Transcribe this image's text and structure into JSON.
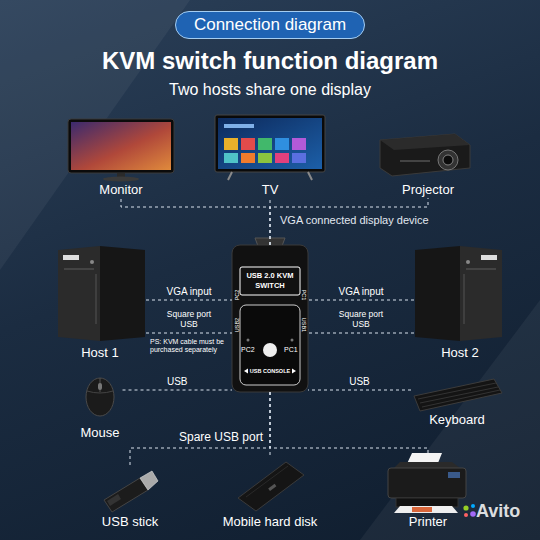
{
  "diagram": {
    "title": "KVM switch function diagram",
    "nodes": [
      {
        "text": [
          "Connection diagram"
        ]
      },
      {
        "text": [
          "Monitor"
        ]
      },
      {
        "text": [
          "TV"
        ]
      },
      {
        "text": [
          "Projector"
        ]
      },
      {
        "text": [
          "Host 1"
        ]
      },
      {
        "text": [
          "USB 2.0 KVM SWITCH",
          "PC2",
          "PC1",
          "USB CONSOLE",
          "PC2",
          "USB2",
          "PC1",
          "USB1"
        ]
      },
      {
        "text": [
          "Host 2"
        ]
      },
      {
        "text": [
          "Mouse"
        ]
      },
      {
        "text": [
          "Keyboard"
        ]
      },
      {
        "text": [
          "USB stick"
        ]
      },
      {
        "text": [
          "Mobile hard disk"
        ]
      },
      {
        "text": [
          "Printer"
        ]
      }
    ],
    "edges": [
      {
        "from": 5,
        "to": 1,
        "arrow": "none"
      },
      {
        "from": 5,
        "to": 2,
        "arrow": "none"
      },
      {
        "from": 5,
        "to": 3,
        "arrow": "none"
      },
      {
        "from": 4,
        "to": 5,
        "label": "VGA input",
        "arrow": "none"
      },
      {
        "from": 4,
        "to": 5,
        "label": "Square port USB",
        "arrow": "none"
      },
      {
        "from": 6,
        "to": 5,
        "label": "VGA input",
        "arrow": "none"
      },
      {
        "from": 6,
        "to": 5,
        "label": "Square port USB",
        "arrow": "none"
      },
      {
        "from": 7,
        "to": 5,
        "label": "USB",
        "arrow": "none"
      },
      {
        "from": 8,
        "to": 5,
        "label": "USB",
        "arrow": "none"
      },
      {
        "from": 5,
        "to": 9,
        "arrow": "none"
      },
      {
        "from": 5,
        "to": 10,
        "arrow": "none"
      },
      {
        "from": 5,
        "to": 11,
        "arrow": "none"
      }
    ],
    "labels": [
      "Two hosts share one display",
      "VGA connected display device",
      "PS: KVM cable must be purchased separately",
      "Spare USB port",
      "Avito"
    ]
  }
}
